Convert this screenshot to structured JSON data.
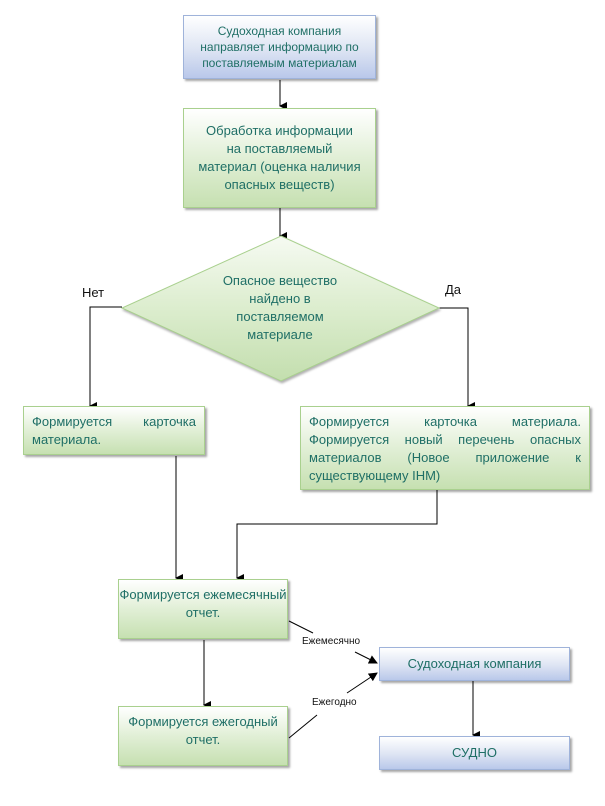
{
  "nodes": {
    "start": "Судоходная компания направляет информацию по поставляемым материалам",
    "process": "Обработка информации на поставляемый материал (оценка наличия опасных веществ)",
    "decision": "Опасное вещество найдено в поставляемом материале",
    "no_branch": "Формируется карточка материала.",
    "yes_branch": "Формируется карточка материала. Формируется новый перечень опасных материалов (Новое приложение к существующему IHM)",
    "monthly_report": "Формируется ежемесячный отчет.",
    "annual_report": "Формируется ежегодный отчет.",
    "company": "Судоходная компания",
    "ship": "СУДНО"
  },
  "edge_labels": {
    "no": "Нет",
    "yes": "Да",
    "monthly": "Ежемесячно",
    "annually": "Ежегодно"
  },
  "colors": {
    "text": "#1f6f66",
    "blue_border": "#9fb3da",
    "green_border": "#a9d08e",
    "line": "#000000"
  }
}
